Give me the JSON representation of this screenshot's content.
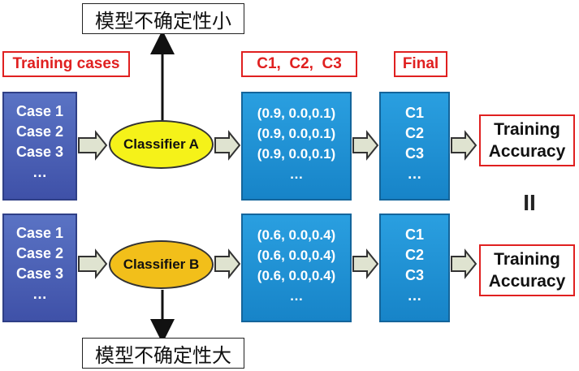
{
  "labels": {
    "training_cases": "Training cases",
    "classes": "C1,  C2,  C3",
    "final": "Final"
  },
  "notes": {
    "top": "模型不确定性小",
    "bottom": "模型不确定性大"
  },
  "rows": [
    {
      "cases": [
        "Case 1",
        "Case 2",
        "Case 3",
        "…"
      ],
      "classifier": "Classifier A",
      "classifier_color": "#f5f219",
      "probs": [
        "(0.9, 0.0,0.1)",
        "(0.9, 0.0,0.1)",
        "(0.9, 0.0,0.1)",
        "…"
      ],
      "final": [
        "C1",
        "C2",
        "C3",
        "…"
      ],
      "accuracy": [
        "Training",
        "Accuracy"
      ]
    },
    {
      "cases": [
        "Case 1",
        "Case 2",
        "Case 3",
        "…"
      ],
      "classifier": "Classifier B",
      "classifier_color": "#f2bf1a",
      "probs": [
        "(0.6, 0.0,0.4)",
        "(0.6, 0.0,0.4)",
        "(0.6, 0.0,0.4)",
        "…"
      ],
      "final": [
        "C1",
        "C2",
        "C3",
        "…"
      ],
      "accuracy": [
        "Training",
        "Accuracy"
      ]
    }
  ],
  "equals_sign": "II",
  "colors": {
    "label_red": "#e02020",
    "case_blue": "#4a5fb8",
    "result_blue": "#1f8fd6",
    "arrow_fill": "#dfe3d0"
  }
}
